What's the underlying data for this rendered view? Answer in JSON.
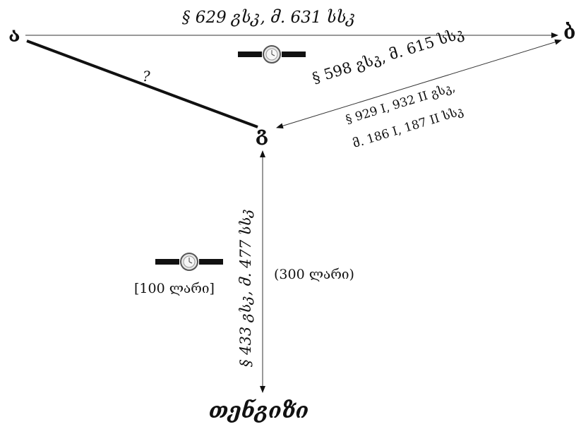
{
  "nodes": {
    "a": "ა",
    "b": "ბ",
    "g": "გ",
    "d": "თენგიზი"
  },
  "edges": {
    "a_b": "§ 629 გსკ, მ. 631 სსკ",
    "a_g": "?",
    "g_b_main": "§ 598 გსკ, მ. 615 სსკ",
    "g_b_sub1": "§ 929 I, 932 II გსკ,",
    "g_b_sub2": "მ. 186 I, 187 II სსკ",
    "g_d": "§ 433 გსკ, მ. 477 სსკ"
  },
  "prices": {
    "watch_price": "[100 ლარი]",
    "sale_price": "(300 ლარი)"
  },
  "icons": [
    "watch-icon",
    "watch-icon"
  ],
  "colors": {
    "line": "#111111",
    "text": "#111111"
  }
}
